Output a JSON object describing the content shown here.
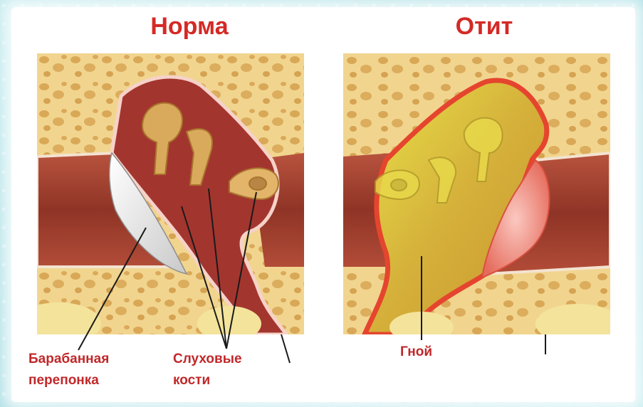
{
  "titles": {
    "normal": "Норма",
    "otitis": "Отит"
  },
  "labels": {
    "eardrum_line1": "Барабанная",
    "eardrum_line2": "перепонка",
    "ossicles_line1": "Слуховые",
    "ossicles_line2": "кости",
    "pus": "Гной"
  },
  "colors": {
    "title": "#d42a26",
    "bone": "#f2d48e",
    "canal": "#9c3a2c",
    "cavity_normal": "#a83a32",
    "pus": "#d9b63a"
  }
}
